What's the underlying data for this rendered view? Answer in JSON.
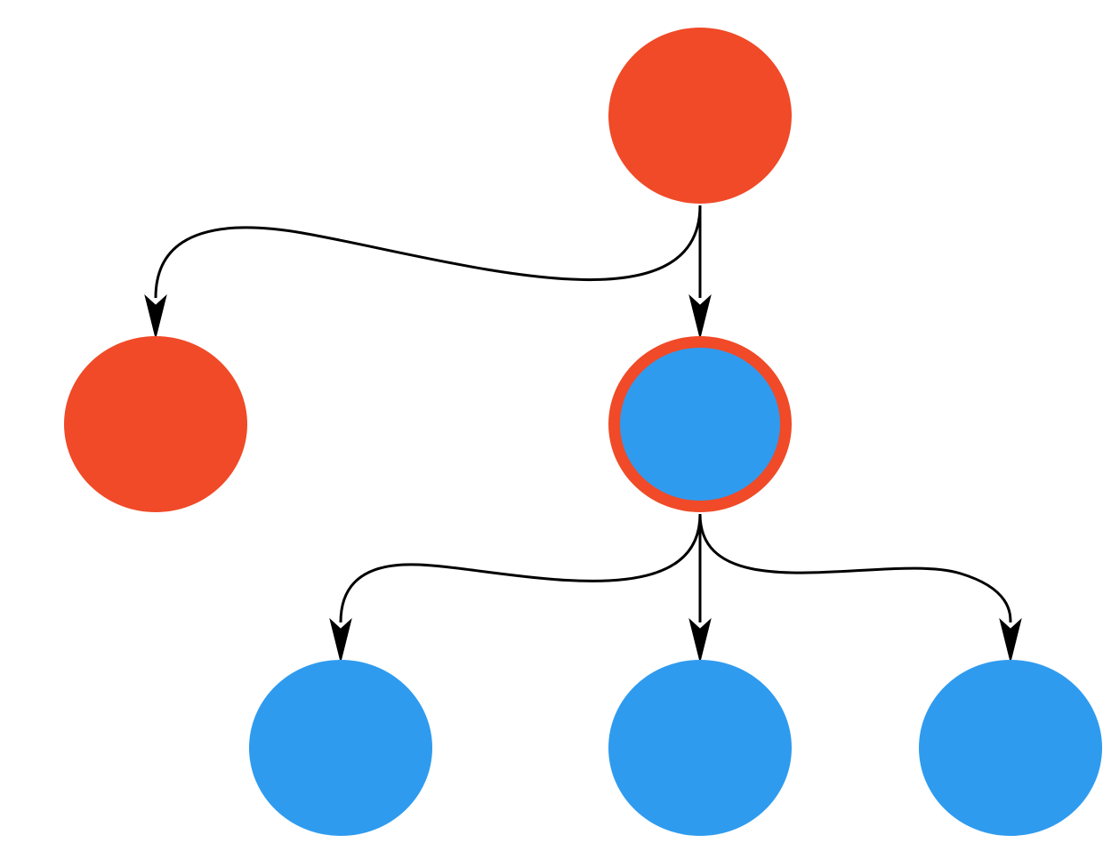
{
  "colors": {
    "red": "#f04a28",
    "blue": "#2f9bef",
    "edge": "#000000",
    "background": "#ffffff"
  },
  "diagram": {
    "type": "tree",
    "nodes": [
      {
        "id": "root",
        "fill": "red"
      },
      {
        "id": "left-child",
        "fill": "red"
      },
      {
        "id": "middle-child",
        "fill": "blue",
        "outline": "red"
      },
      {
        "id": "grandchild-left",
        "fill": "blue"
      },
      {
        "id": "grandchild-middle",
        "fill": "blue"
      },
      {
        "id": "grandchild-right",
        "fill": "blue"
      }
    ],
    "edges": [
      {
        "from": "root",
        "to": "left-child"
      },
      {
        "from": "root",
        "to": "middle-child"
      },
      {
        "from": "middle-child",
        "to": "grandchild-left"
      },
      {
        "from": "middle-child",
        "to": "grandchild-middle"
      },
      {
        "from": "middle-child",
        "to": "grandchild-right"
      }
    ]
  }
}
